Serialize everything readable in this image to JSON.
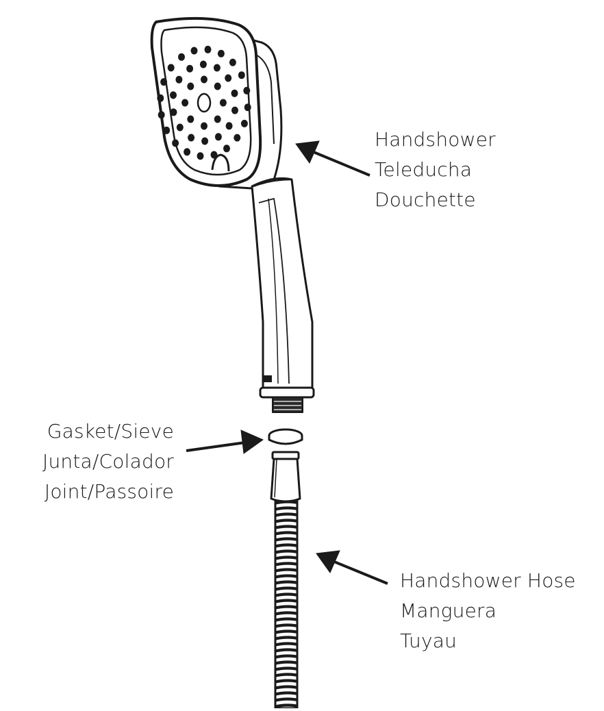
{
  "labels": {
    "handshower": [
      "Handshower",
      "Teleducha",
      "Douchette"
    ],
    "gasket": [
      "Gasket/Sieve",
      "Junta/Colador",
      "Joint/Passoire"
    ],
    "hose": [
      "Handshower Hose",
      "Manguera",
      "Tuyau"
    ]
  },
  "colors": {
    "ink": "#1a1a1a",
    "background": "#ffffff"
  }
}
